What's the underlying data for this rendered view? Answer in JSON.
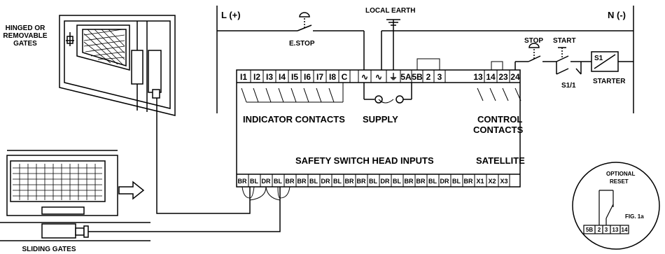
{
  "labels": {
    "hinged_gates": [
      "HINGED OR",
      "REMOVABLE",
      "GATES"
    ],
    "sliding_gates": "SLIDING GATES",
    "line_pos": "L (+)",
    "line_neg": "N (-)",
    "estop": "E.STOP",
    "local_earth": "LOCAL EARTH",
    "stop": "STOP",
    "start": "START",
    "s1_1": "S1/1",
    "starter": "STARTER",
    "s1_box": "S1",
    "indicator_contacts": "INDICATOR CONTACTS",
    "supply": "SUPPLY",
    "control_contacts": [
      "CONTROL",
      "CONTACTS"
    ],
    "safety_inputs": "SAFETY SWITCH HEAD INPUTS",
    "satellite": "SATELLITE",
    "optional_reset": [
      "OPTIONAL",
      "RESET"
    ],
    "fig": "FIG. 1a"
  },
  "top_terminals_left": [
    "I1",
    "I2",
    "I3",
    "I4",
    "I5",
    "I6",
    "I7",
    "I8",
    "C"
  ],
  "top_terminals_right": [
    "5A",
    "5B",
    "2",
    "3",
    "13",
    "14",
    "23",
    "24"
  ],
  "bottom_terminals": [
    "BR",
    "BL",
    "DR",
    "BL",
    "BR",
    "BR",
    "BL",
    "DR",
    "BL",
    "BR",
    "BR",
    "BL",
    "DR",
    "BL",
    "BR",
    "BR",
    "BL",
    "DR",
    "BL",
    "BR",
    "X1",
    "X2",
    "X3"
  ],
  "inset_terminals": [
    "5B",
    "2",
    "3",
    "13",
    "14"
  ]
}
